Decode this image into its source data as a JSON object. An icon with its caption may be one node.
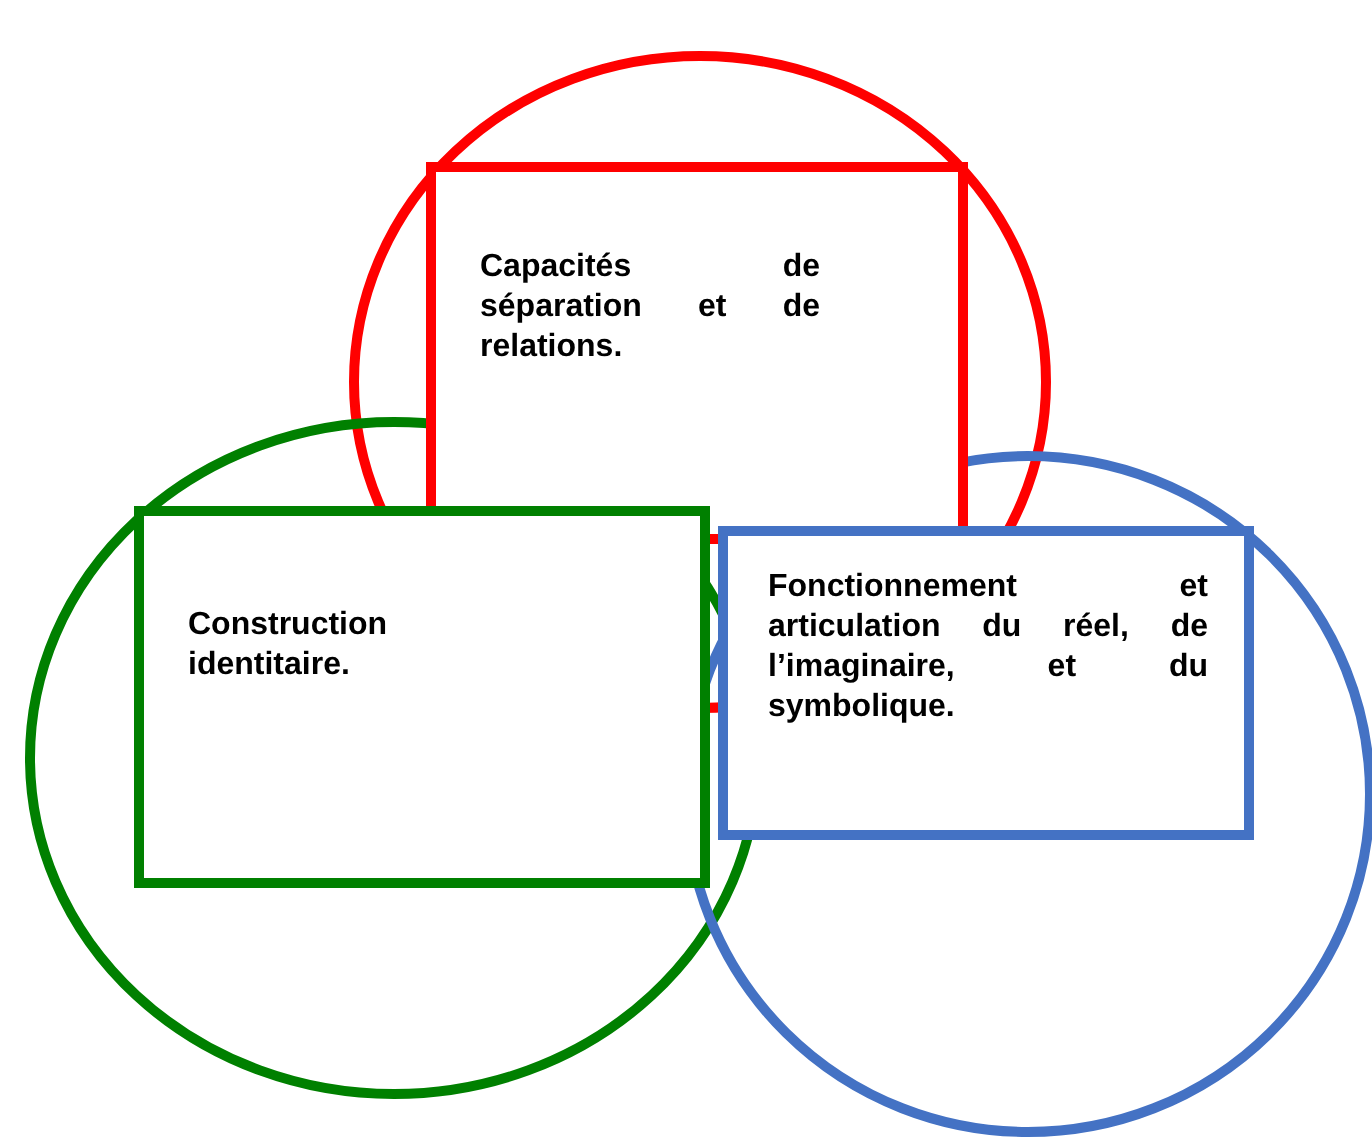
{
  "diagram": {
    "nodes": [
      {
        "text": [],
        "shape": "circle"
      },
      {
        "text": [
          "Capacités de séparation et de relations."
        ],
        "in": 0
      },
      {
        "text": [],
        "shape": "circle"
      },
      {
        "text": [
          "Construction identitaire."
        ],
        "in": 2
      },
      {
        "text": [],
        "shape": "circle"
      },
      {
        "text": [
          "Fonctionnement et articulation du réel, de l’imaginaire, et du symbolique."
        ],
        "in": 4
      }
    ]
  }
}
